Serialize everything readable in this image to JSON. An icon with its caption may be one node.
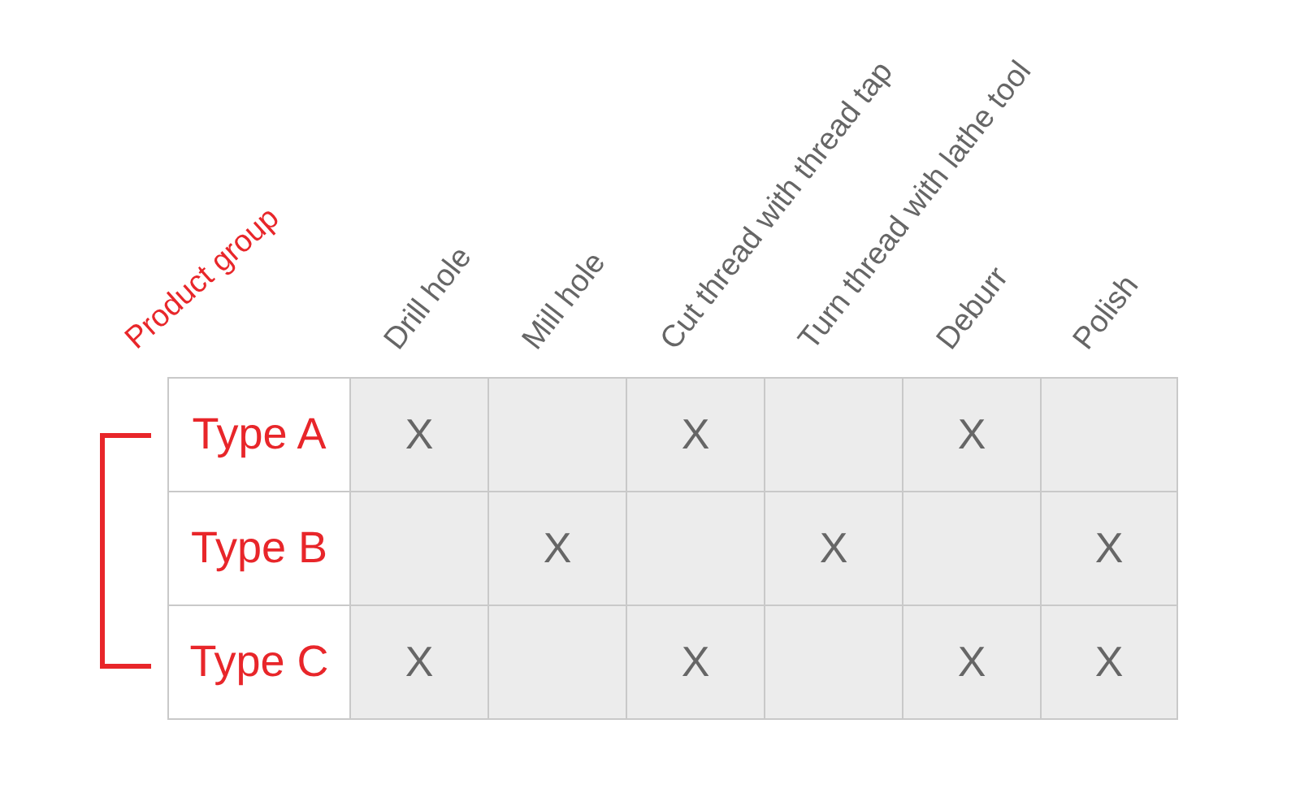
{
  "diagram": {
    "nodes": [
      {
        "text": [
          "Type A"
        ]
      },
      {
        "text": [
          "X"
        ]
      },
      {
        "text": [],
        "shape": "box"
      },
      {
        "text": [
          "X"
        ]
      },
      {
        "text": [],
        "shape": "box"
      },
      {
        "text": [
          "X"
        ]
      },
      {
        "text": [],
        "shape": "box"
      },
      {
        "text": [
          "Type B"
        ]
      },
      {
        "text": [],
        "shape": "box"
      },
      {
        "text": [
          "X"
        ]
      },
      {
        "text": [],
        "shape": "box"
      },
      {
        "text": [
          "X"
        ]
      },
      {
        "text": [],
        "shape": "box"
      },
      {
        "text": [
          "X"
        ]
      },
      {
        "text": [
          "Type C"
        ]
      },
      {
        "text": [
          "X"
        ]
      },
      {
        "text": [],
        "shape": "box"
      },
      {
        "text": [
          "X"
        ]
      },
      {
        "text": [],
        "shape": "box"
      },
      {
        "text": [
          "X"
        ]
      },
      {
        "text": [
          "X"
        ]
      }
    ],
    "labels": [
      "Product group",
      "Drill hole",
      "Mill hole",
      "Cut thread with thread tap",
      "Turn thread with lathe tool",
      "Deburr",
      "Polish"
    ]
  }
}
